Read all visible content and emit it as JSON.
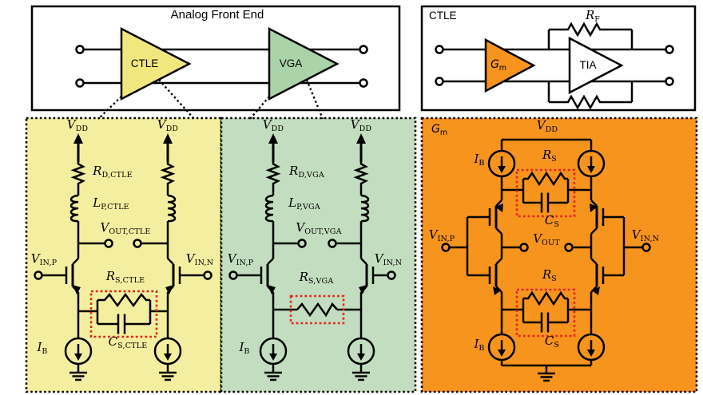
{
  "afe_block": {
    "title": "Analog Front End",
    "ctle": "CTLE",
    "vga": "VGA"
  },
  "ctle_block": {
    "corner": "CTLE",
    "rf": {
      "m": "R",
      "s": "F"
    },
    "gm": {
      "m": "G",
      "s": "m"
    },
    "tia": "TIA"
  },
  "ctle_circuit": {
    "vdd": {
      "m": "V",
      "s": "DD"
    },
    "rd": {
      "m": "R",
      "s": "D,CTLE"
    },
    "lp": {
      "m": "L",
      "s": "P,CTLE"
    },
    "vout": {
      "m": "V",
      "s": "OUT,CTLE"
    },
    "vinp": {
      "m": "V",
      "s": "IN,P"
    },
    "vinn": {
      "m": "V",
      "s": "IN,N"
    },
    "rs": {
      "m": "R",
      "s": "S,CTLE"
    },
    "cs": {
      "m": "C",
      "s": "S,CTLE"
    },
    "ib": {
      "m": "I",
      "s": "B"
    }
  },
  "vga_circuit": {
    "vdd": {
      "m": "V",
      "s": "DD"
    },
    "rd": {
      "m": "R",
      "s": "D,VGA"
    },
    "lp": {
      "m": "L",
      "s": "P,VGA"
    },
    "vout": {
      "m": "V",
      "s": "OUT,VGA"
    },
    "vinp": {
      "m": "V",
      "s": "IN,P"
    },
    "vinn": {
      "m": "V",
      "s": "IN,N"
    },
    "rs": {
      "m": "R",
      "s": "S,VGA"
    },
    "ib": {
      "m": "I",
      "s": "B"
    }
  },
  "gm_circuit": {
    "corner": {
      "m": "G",
      "s": "m"
    },
    "vdd": {
      "m": "V",
      "s": "DD"
    },
    "ib": {
      "m": "I",
      "s": "B"
    },
    "rs": {
      "m": "R",
      "s": "S"
    },
    "cs": {
      "m": "C",
      "s": "S"
    },
    "vinp": {
      "m": "V",
      "s": "IN,P"
    },
    "vinn": {
      "m": "V",
      "s": "IN,N"
    },
    "vout": {
      "m": "V",
      "s": "OUT"
    }
  },
  "colors": {
    "yellow_panel": "#f4efa0",
    "yellow_triangle": "#f0e87e",
    "green_panel": "#c2ddbf",
    "green_triangle": "#abd3a9",
    "orange": "#f7941e",
    "red_highlight": "#e3251c",
    "wire": "#000000"
  }
}
